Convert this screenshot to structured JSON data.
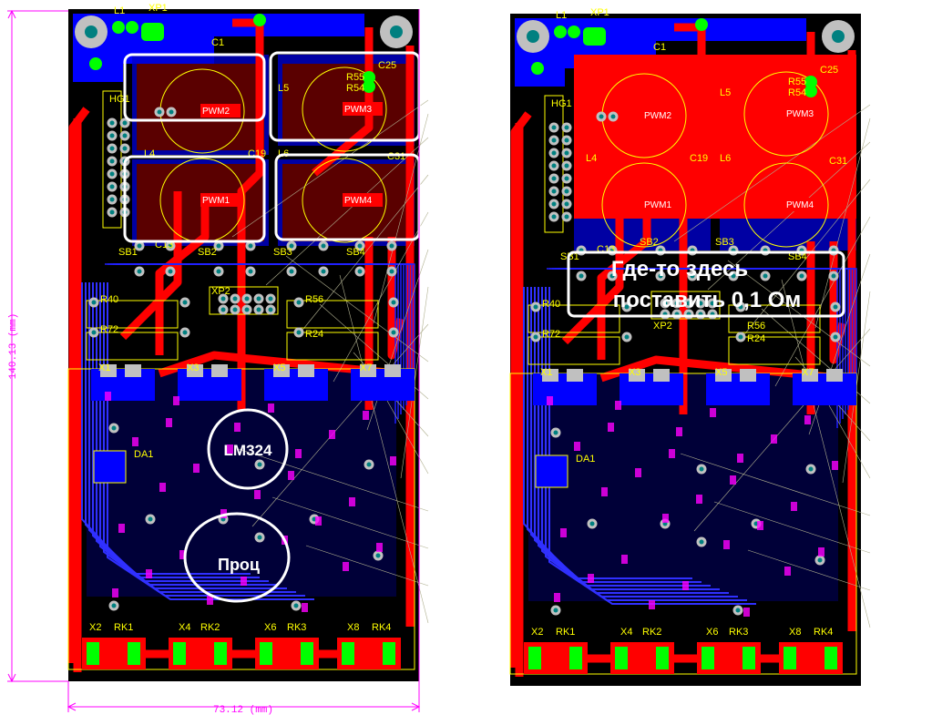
{
  "dimensions": {
    "height": "140.13 (mm)",
    "width": "73.12 (mm)"
  },
  "designators": [
    "L1",
    "XP1",
    "C1",
    "C25",
    "R55",
    "R54",
    "HG1",
    "L4",
    "C19",
    "L6",
    "C31",
    "C13",
    "SB1",
    "SB2",
    "SB3",
    "SB4",
    "XP2",
    "R40",
    "R56",
    "R72",
    "R24",
    "X1",
    "X3",
    "X5",
    "X7",
    "DA1",
    "X2",
    "RK1",
    "X4",
    "RK2",
    "X6",
    "RK3",
    "X8",
    "RK4",
    "L5"
  ],
  "pwm_labels": [
    "PWM2",
    "PWM3",
    "PWM1",
    "PWM4"
  ],
  "left_board": {
    "annotations": [
      "LM324",
      "Проц"
    ]
  },
  "right_board": {
    "annotation_line1": "Где-то здесь",
    "annotation_line2": "поставить 0,1 Ом"
  },
  "colors": {
    "board": "#000000",
    "top_copper": "#ff0000",
    "bottom_copper": "#0000ff",
    "silkscreen": "#ffff00",
    "pad": "#c0c0c0",
    "via_hole": "#008080",
    "dimension": "#ff00ff"
  }
}
